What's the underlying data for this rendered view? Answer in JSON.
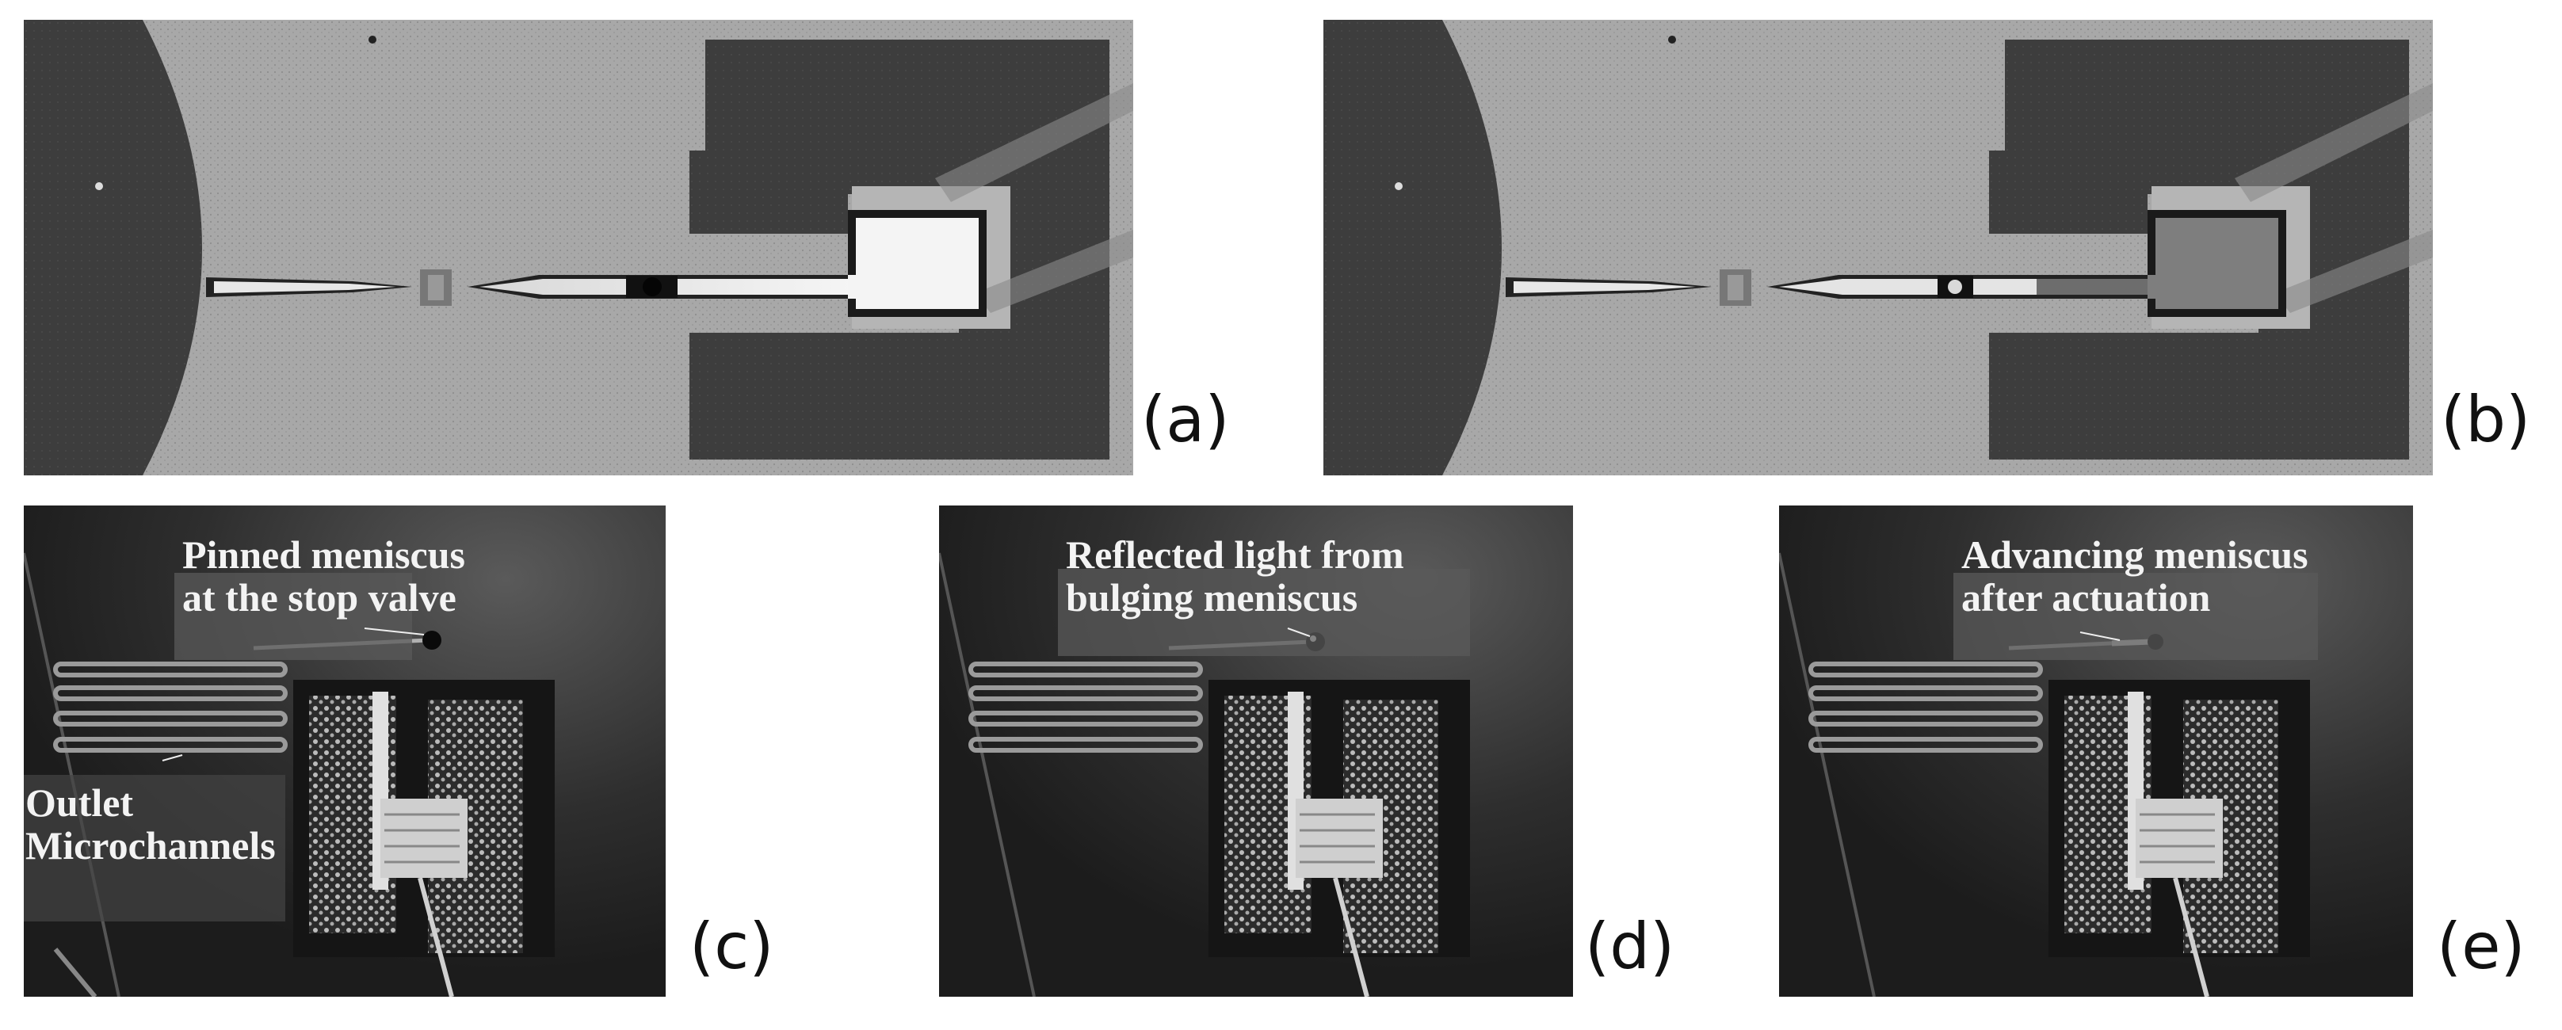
{
  "figure": {
    "panels": [
      {
        "id": "a",
        "label": "(a)",
        "kind": "top-view-micrograph",
        "channel_fill": "full-bright"
      },
      {
        "id": "b",
        "label": "(b)",
        "kind": "top-view-micrograph",
        "channel_fill": "partial-dark"
      },
      {
        "id": "c",
        "label": "(c)",
        "kind": "oblique-photo",
        "annotations": [
          {
            "lines": [
              "Pinned meniscus",
              "at the stop valve"
            ]
          },
          {
            "lines": [
              "Outlet",
              "Microchannels"
            ]
          }
        ]
      },
      {
        "id": "d",
        "label": "(d)",
        "kind": "oblique-photo",
        "annotations": [
          {
            "lines": [
              "Reflected light from",
              "bulging meniscus"
            ]
          }
        ]
      },
      {
        "id": "e",
        "label": "(e)",
        "kind": "oblique-photo",
        "annotations": [
          {
            "lines": [
              "Advancing meniscus",
              "after actuation"
            ]
          }
        ]
      }
    ]
  },
  "colors": {
    "substrate_gray": "#a9a9a9",
    "dark_region": "#3e3e3e",
    "channel_bright": "#f2f2f2",
    "photo_background": "#2a2a2a",
    "annotation_text": "#f3f3f3"
  }
}
